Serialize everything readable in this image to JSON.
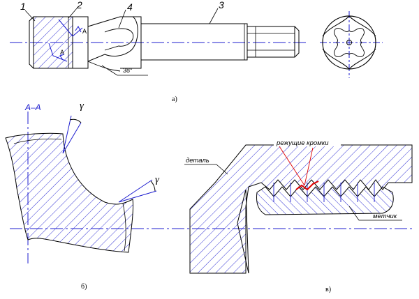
{
  "colors": {
    "outline": "#000000",
    "drawing_blue": "#1c1ccf",
    "cutting_edge_red": "#e00000",
    "background": "#ffffff"
  },
  "view_a": {
    "part_labels": [
      "1",
      "2",
      "4",
      "3"
    ],
    "section_mark": "A",
    "angle_label": "38°",
    "caption": "а)"
  },
  "view_b": {
    "section_title": "A–A",
    "rake_angle_symbol": "γ",
    "caption": "б)"
  },
  "view_v": {
    "cutting_edges_label": "режущие кромки",
    "workpiece_label": "деталь",
    "tap_label": "метчик",
    "caption": "в)"
  }
}
